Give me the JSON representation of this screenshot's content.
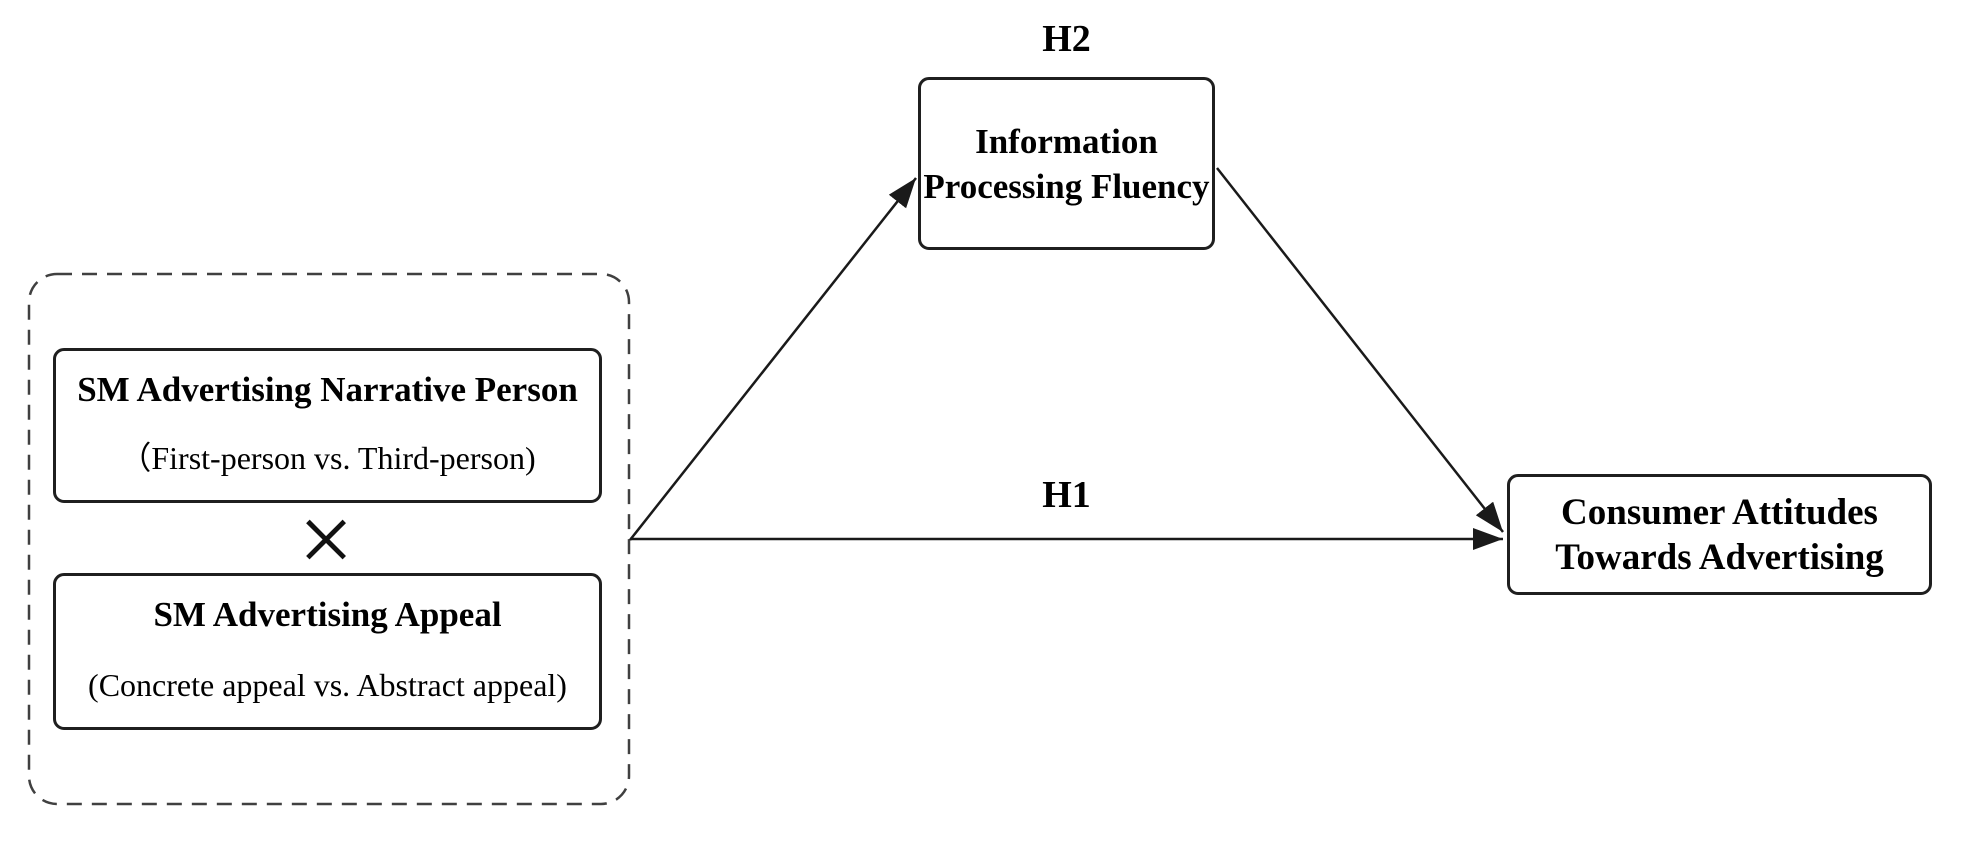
{
  "diagram": {
    "independent_variables": {
      "narrative_person": {
        "title": "SM Advertising Narrative Person",
        "levels": "（First-person vs. Third-person)"
      },
      "interaction_operator": "×",
      "advertising_appeal": {
        "title": "SM Advertising Appeal",
        "levels": "(Concrete appeal vs. Abstract appeal)"
      }
    },
    "mediator": {
      "hypothesis_label": "H2",
      "title": "Information\nProcessing Fluency"
    },
    "dependent_variable": {
      "title": "Consumer Attitudes\nTowards Advertising"
    },
    "paths": {
      "direct_effect_label": "H1"
    }
  },
  "colors": {
    "background": "#ffffff",
    "line": "#1a1a1a",
    "box_border": "#1f1f1f",
    "dashed_outline": "#404040",
    "text": "#000000"
  }
}
